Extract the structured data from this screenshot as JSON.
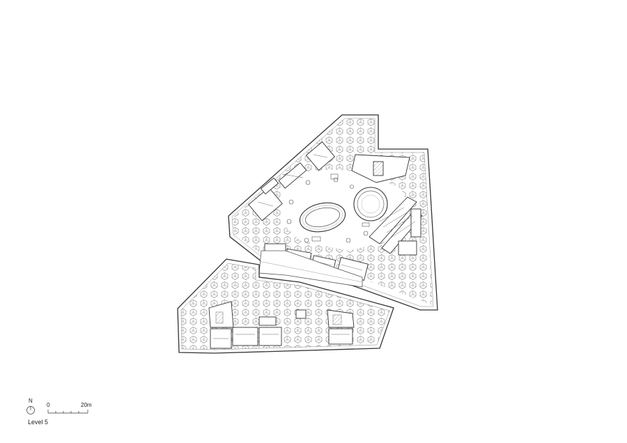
{
  "drawing": {
    "level_title": "Level 5",
    "north_label": "N",
    "scale_start": "0",
    "scale_end": "20m"
  },
  "colors": {
    "line": "#333333",
    "line_light": "#8a8a8a",
    "paper": "#ffffff"
  },
  "icons": {
    "north_arrow": "north-arrow-icon",
    "scale_bar": "scale-bar-icon"
  }
}
